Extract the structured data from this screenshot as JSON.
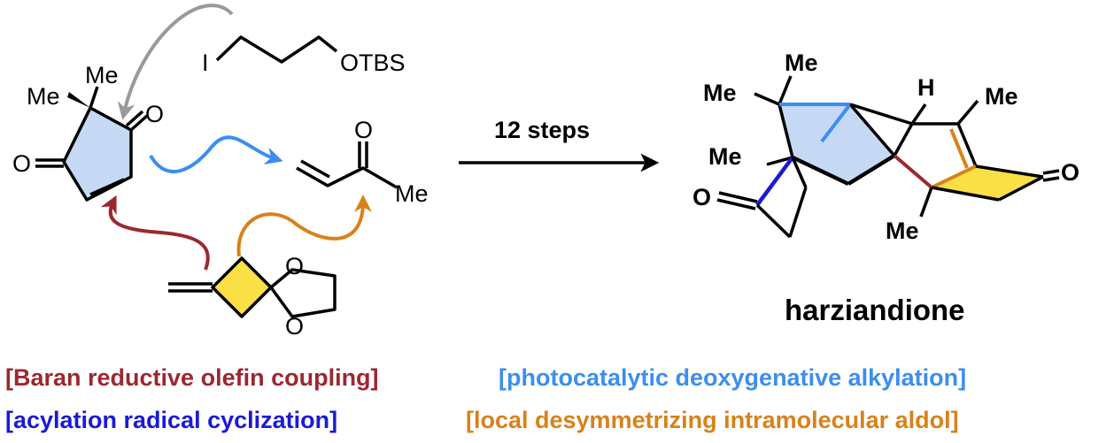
{
  "scheme": {
    "reagents": {
      "iodide_I": "I",
      "iodide_OTBS": "OTBS",
      "dione_Me1": "Me",
      "dione_Me2": "Me",
      "dione_O_left": "O",
      "dione_O_right": "O",
      "enone_O": "O",
      "enone_Me": "Me",
      "ketal_O_top": "O",
      "ketal_O_bottom": "O"
    },
    "arrow_label": "12 steps",
    "product": {
      "name": "harziandione",
      "atoms": {
        "me_top": "Me",
        "me_left": "Me",
        "h": "H",
        "me_right": "Me",
        "me_inner": "Me",
        "o_left": "O",
        "o_right": "O",
        "me_bottom": "Me"
      }
    },
    "legend": [
      {
        "text": "[Baran reductive olefin coupling]",
        "color": "#9c2730"
      },
      {
        "text": "[photocatalytic deoxygenative alkylation]",
        "color": "#3b8ef0"
      },
      {
        "text": "[acylation radical cyclization]",
        "color": "#1a1ad6"
      },
      {
        "text": "[local desymmetrizing intramolecular aldol]",
        "color": "#d8821a"
      }
    ],
    "colors": {
      "ring_fill": "#c5d9f5",
      "cyclobutane_fill": "#fbe045",
      "reductive_coupling": "#9c2730",
      "photocatalytic": "#3b8ef0",
      "acylation": "#1a1ad6",
      "aldol": "#d8821a",
      "gray_arrow": "#999999"
    }
  }
}
